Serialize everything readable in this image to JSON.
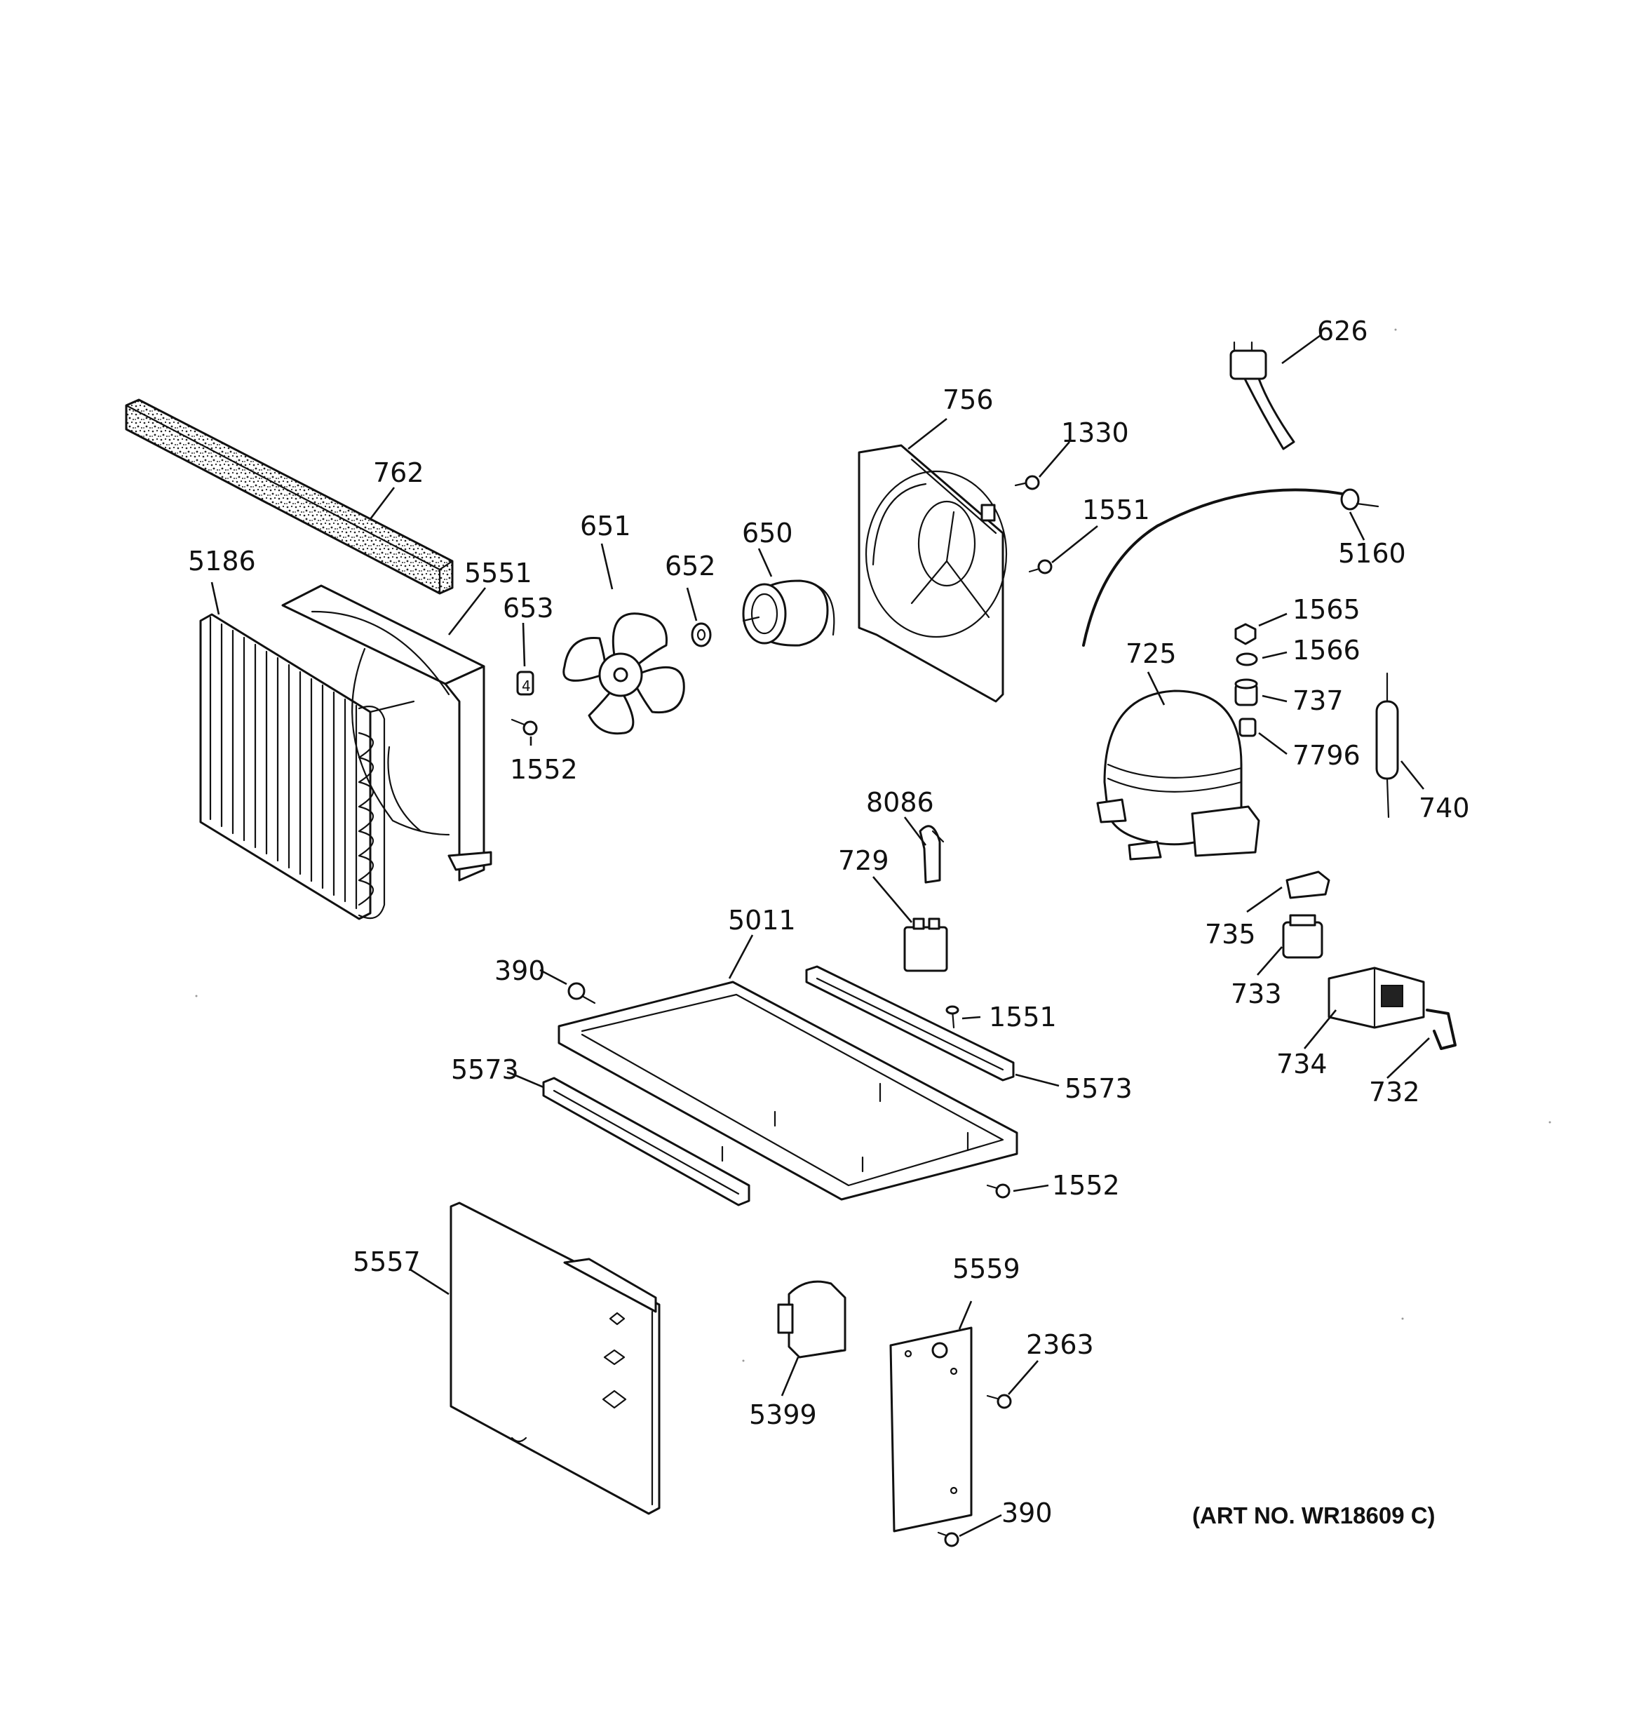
{
  "callouts": {
    "c762": "762",
    "c5186": "5186",
    "c5551": "5551",
    "c651": "651",
    "c652": "652",
    "c653": "653",
    "c650": "650",
    "c1552a": "1552",
    "c756": "756",
    "c1330": "1330",
    "c1551a": "1551",
    "c626": "626",
    "c5160": "5160",
    "c1565": "1565",
    "c1566": "1566",
    "c725": "725",
    "c737": "737",
    "c7796": "7796",
    "c740": "740",
    "c8086": "8086",
    "c729": "729",
    "c5011": "5011",
    "c390a": "390",
    "c1551b": "1551",
    "c5573a": "5573",
    "c5573b": "5573",
    "c1552b": "1552",
    "c735": "735",
    "c733": "733",
    "c734": "734",
    "c732": "732",
    "c5557": "5557",
    "c5559": "5559",
    "c2363": "2363",
    "c5399": "5399",
    "c390b": "390"
  },
  "art_number": "(ART NO. WR18609 C)"
}
